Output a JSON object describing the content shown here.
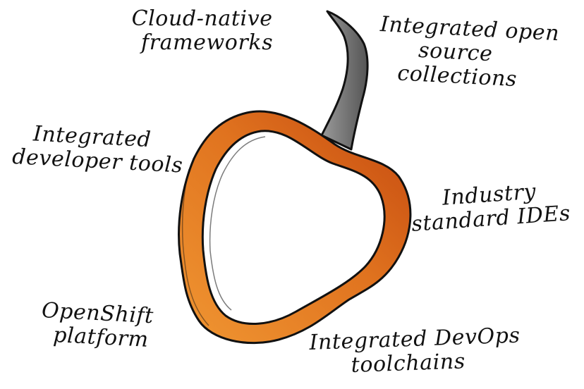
{
  "diagram": {
    "colors": {
      "pepper_light": "#EE8A2C",
      "pepper_dark": "#C94E14",
      "stem": "#6B6B6B",
      "outline": "#111111"
    },
    "labels": {
      "cloud_native": [
        "Cloud-native",
        "frameworks"
      ],
      "open_source": [
        "Integrated open",
        "source",
        "collections"
      ],
      "developer_tools": [
        "Integrated",
        "developer tools"
      ],
      "ides": [
        "Industry",
        "standard IDEs"
      ],
      "openshift": [
        "OpenShift",
        "platform"
      ],
      "devops": [
        "Integrated DevOps",
        "toolchains"
      ]
    }
  }
}
